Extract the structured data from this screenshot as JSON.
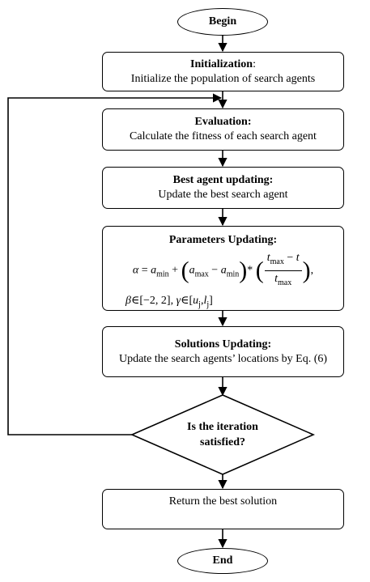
{
  "nodes": {
    "begin": {
      "label": "Begin"
    },
    "initialization": {
      "heading": "Initialization",
      "heading_suffix": ":",
      "text": "Initialize the population of search agents"
    },
    "evaluation": {
      "heading": "Evaluation:",
      "text": "Calculate the fitness of each search agent"
    },
    "best_agent": {
      "heading": "Best agent updating:",
      "text": "Update the best search agent"
    },
    "parameters": {
      "heading": "Parameters Updating:",
      "alpha_formula": {
        "lhs": "α",
        "eq": "=",
        "a": "a",
        "min": "min",
        "plus": "+",
        "max": "max",
        "minus": "−",
        "times": "*",
        "t": "t",
        "comma": ","
      },
      "beta_formula": {
        "beta": "β",
        "in": "∈",
        "beta_range": "[−2, 2],",
        "gamma": "γ",
        "bracket_open": "[",
        "u": "u",
        "sep": ",",
        "l": "l",
        "j": "j",
        "bracket_close": "]"
      }
    },
    "solutions": {
      "heading": "Solutions Updating:",
      "text": "Update the search agents’ locations by Eq. (6)"
    },
    "decision": {
      "line1": "Is the iteration",
      "line2": "satisfied?"
    },
    "return": {
      "text": "Return the best solution"
    },
    "end": {
      "label": "End"
    }
  }
}
